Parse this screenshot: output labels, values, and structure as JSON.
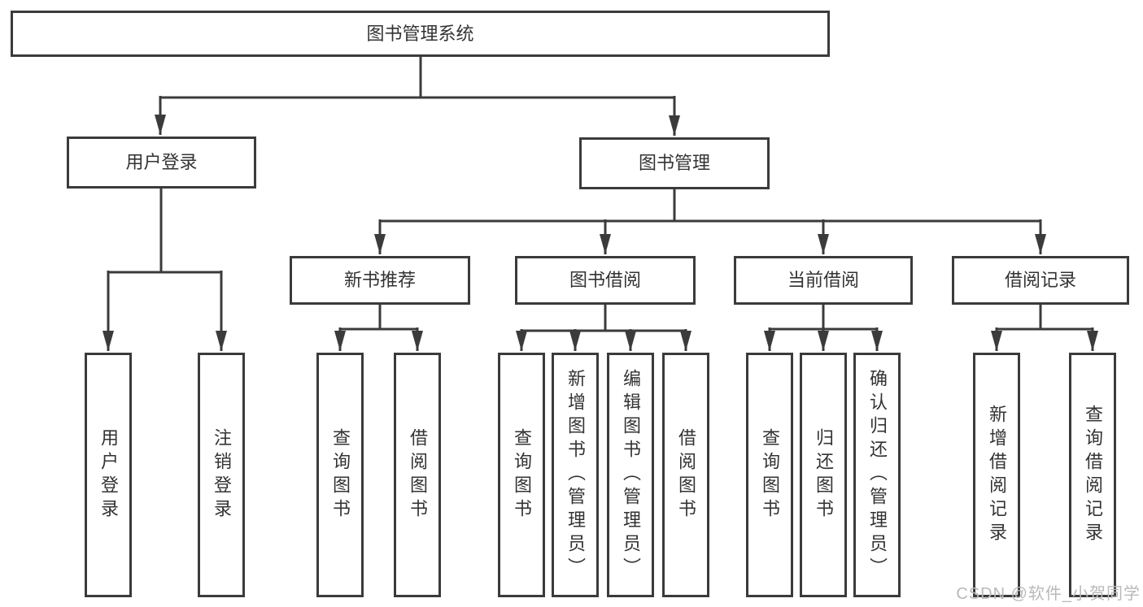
{
  "diagram": {
    "root": {
      "label": "图书管理系统"
    },
    "level2": [
      {
        "label": "用户登录"
      },
      {
        "label": "图书管理"
      }
    ],
    "level3": [
      {
        "label": "新书推荐",
        "parent": "图书管理"
      },
      {
        "label": "图书借阅",
        "parent": "图书管理"
      },
      {
        "label": "当前借阅",
        "parent": "图书管理"
      },
      {
        "label": "借阅记录",
        "parent": "图书管理"
      }
    ],
    "leaves": [
      {
        "label": "用户登录",
        "parent": "用户登录"
      },
      {
        "label": "注销登录",
        "parent": "用户登录"
      },
      {
        "label": "查询图书",
        "parent": "新书推荐"
      },
      {
        "label": "借阅图书",
        "parent": "新书推荐"
      },
      {
        "label": "查询图书",
        "parent": "图书借阅"
      },
      {
        "label": "新增图书（管理员）",
        "parent": "图书借阅"
      },
      {
        "label": "编辑图书（管理员）",
        "parent": "图书借阅"
      },
      {
        "label": "借阅图书",
        "parent": "图书借阅"
      },
      {
        "label": "查询图书",
        "parent": "当前借阅"
      },
      {
        "label": "归还图书",
        "parent": "当前借阅"
      },
      {
        "label": "确认归还（管理员）",
        "parent": "当前借阅"
      },
      {
        "label": "新增借阅记录",
        "parent": "借阅记录"
      },
      {
        "label": "查询借阅记录",
        "parent": "借阅记录"
      }
    ]
  },
  "watermark": "CSDN @软件_小贺同学",
  "colors": {
    "line": "#3b3b3b",
    "text": "#333333",
    "box_background": "#ffffff",
    "watermark": "#b9b9b9",
    "background": "#ffffff"
  }
}
